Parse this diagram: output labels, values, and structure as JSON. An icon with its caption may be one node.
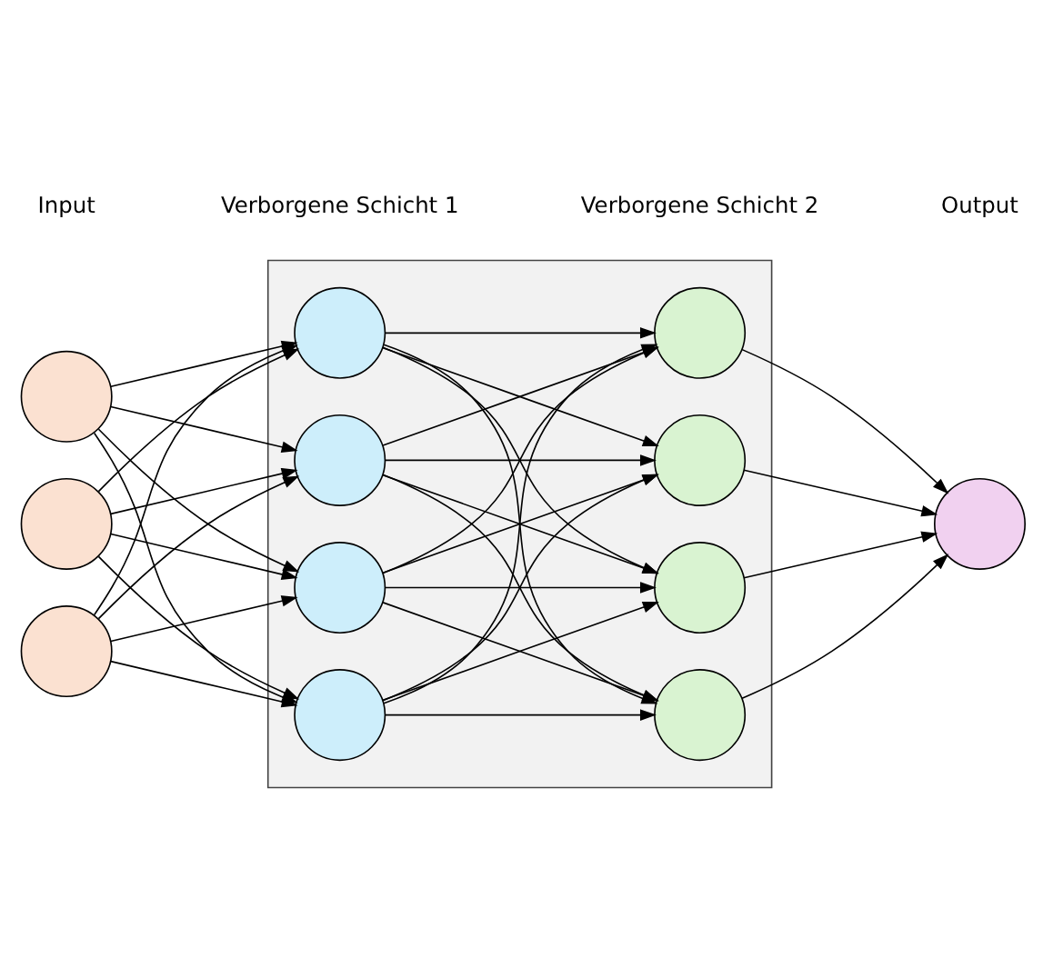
{
  "diagram": {
    "nodes": [
      {
        "text": [],
        "shape": "circle"
      },
      {
        "text": [],
        "shape": "circle"
      },
      {
        "text": [],
        "shape": "circle"
      },
      {
        "text": [],
        "shape": "box"
      },
      {
        "text": [],
        "shape": "circle",
        "in": 3
      },
      {
        "text": [],
        "shape": "circle",
        "in": 3
      },
      {
        "text": [],
        "shape": "circle",
        "in": 3
      },
      {
        "text": [],
        "shape": "circle",
        "in": 3
      },
      {
        "text": [],
        "shape": "circle",
        "in": 3
      },
      {
        "text": [],
        "shape": "circle",
        "in": 3
      },
      {
        "text": [],
        "shape": "circle",
        "in": 3
      },
      {
        "text": [],
        "shape": "circle",
        "in": 3
      },
      {
        "text": [],
        "shape": "circle"
      }
    ],
    "edges": [
      {
        "from": 0,
        "to": 4,
        "arrow": "to"
      },
      {
        "from": 0,
        "to": 5,
        "arrow": "to"
      },
      {
        "from": 0,
        "to": 6,
        "arrow": "to"
      },
      {
        "from": 0,
        "to": 7,
        "arrow": "to"
      },
      {
        "from": 1,
        "to": 4,
        "arrow": "to"
      },
      {
        "from": 1,
        "to": 5,
        "arrow": "to"
      },
      {
        "from": 1,
        "to": 6,
        "arrow": "to"
      },
      {
        "from": 1,
        "to": 7,
        "arrow": "to"
      },
      {
        "from": 2,
        "to": 4,
        "arrow": "to"
      },
      {
        "from": 2,
        "to": 5,
        "arrow": "to"
      },
      {
        "from": 2,
        "to": 6,
        "arrow": "to"
      },
      {
        "from": 2,
        "to": 7,
        "arrow": "to"
      },
      {
        "from": 4,
        "to": 8,
        "arrow": "to"
      },
      {
        "from": 4,
        "to": 9,
        "arrow": "to"
      },
      {
        "from": 4,
        "to": 10,
        "arrow": "to"
      },
      {
        "from": 4,
        "to": 11,
        "arrow": "to"
      },
      {
        "from": 5,
        "to": 8,
        "arrow": "to"
      },
      {
        "from": 5,
        "to": 9,
        "arrow": "to"
      },
      {
        "from": 5,
        "to": 10,
        "arrow": "to"
      },
      {
        "from": 5,
        "to": 11,
        "arrow": "to"
      },
      {
        "from": 6,
        "to": 8,
        "arrow": "to"
      },
      {
        "from": 6,
        "to": 9,
        "arrow": "to"
      },
      {
        "from": 6,
        "to": 10,
        "arrow": "to"
      },
      {
        "from": 6,
        "to": 11,
        "arrow": "to"
      },
      {
        "from": 7,
        "to": 8,
        "arrow": "to"
      },
      {
        "from": 7,
        "to": 9,
        "arrow": "to"
      },
      {
        "from": 7,
        "to": 10,
        "arrow": "to"
      },
      {
        "from": 7,
        "to": 11,
        "arrow": "to"
      },
      {
        "from": 8,
        "to": 12,
        "arrow": "to"
      },
      {
        "from": 9,
        "to": 12,
        "arrow": "to"
      },
      {
        "from": 10,
        "to": 12,
        "arrow": "to"
      },
      {
        "from": 11,
        "to": 12,
        "arrow": "to"
      }
    ],
    "labels": [
      "Input",
      "Verborgene Schicht 1",
      "Verborgene Schicht 2",
      "Output"
    ]
  }
}
